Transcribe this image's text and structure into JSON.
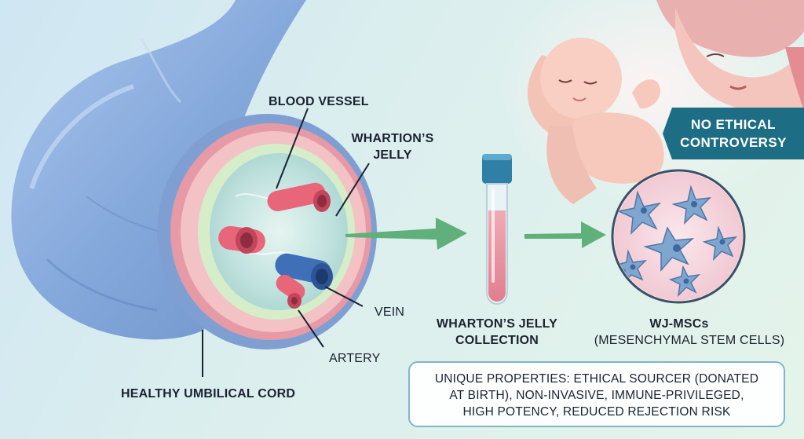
{
  "labels": {
    "blood_vessel": "BLOOD VESSEL",
    "whartons_jelly": [
      "WHARTION’S",
      "JELLY"
    ],
    "vein": "VEIN",
    "artery": "ARTERY",
    "umbilical_cord": "HEALTHY UMBILICAL CORD",
    "collection": [
      "WHARTON’S JELLY",
      "COLLECTION"
    ],
    "msc_title": "WJ-MSCs",
    "msc_subtitle": "(MESENCHYMAL STEM CELLS)"
  },
  "badge": [
    "NO ETHICAL",
    "CONTROVERSY"
  ],
  "properties_text": [
    "UNIQUE PROPERTIES: ETHICAL SOURCER (DONATED",
    "AT BIRTH), NON-INVASIVE, IMMUNE-PRIVILEGED,",
    "HIGH POTENCY, REDUCED REJECTION RISK"
  ],
  "colors": {
    "cord": "#8fb3e2",
    "jelly": "#c7e6de",
    "artery": "#e8657a",
    "vein": "#3f6fb6",
    "arrow": "#5fb07a",
    "badge": "#1d6d84",
    "cell_bg": "#f6d8df",
    "cell": "#7fa6cf"
  },
  "icons": [
    "umbilical-cord-illustration",
    "test-tube-icon",
    "stem-cell-circle",
    "mother-baby-illustration",
    "arrow-right-icon"
  ]
}
